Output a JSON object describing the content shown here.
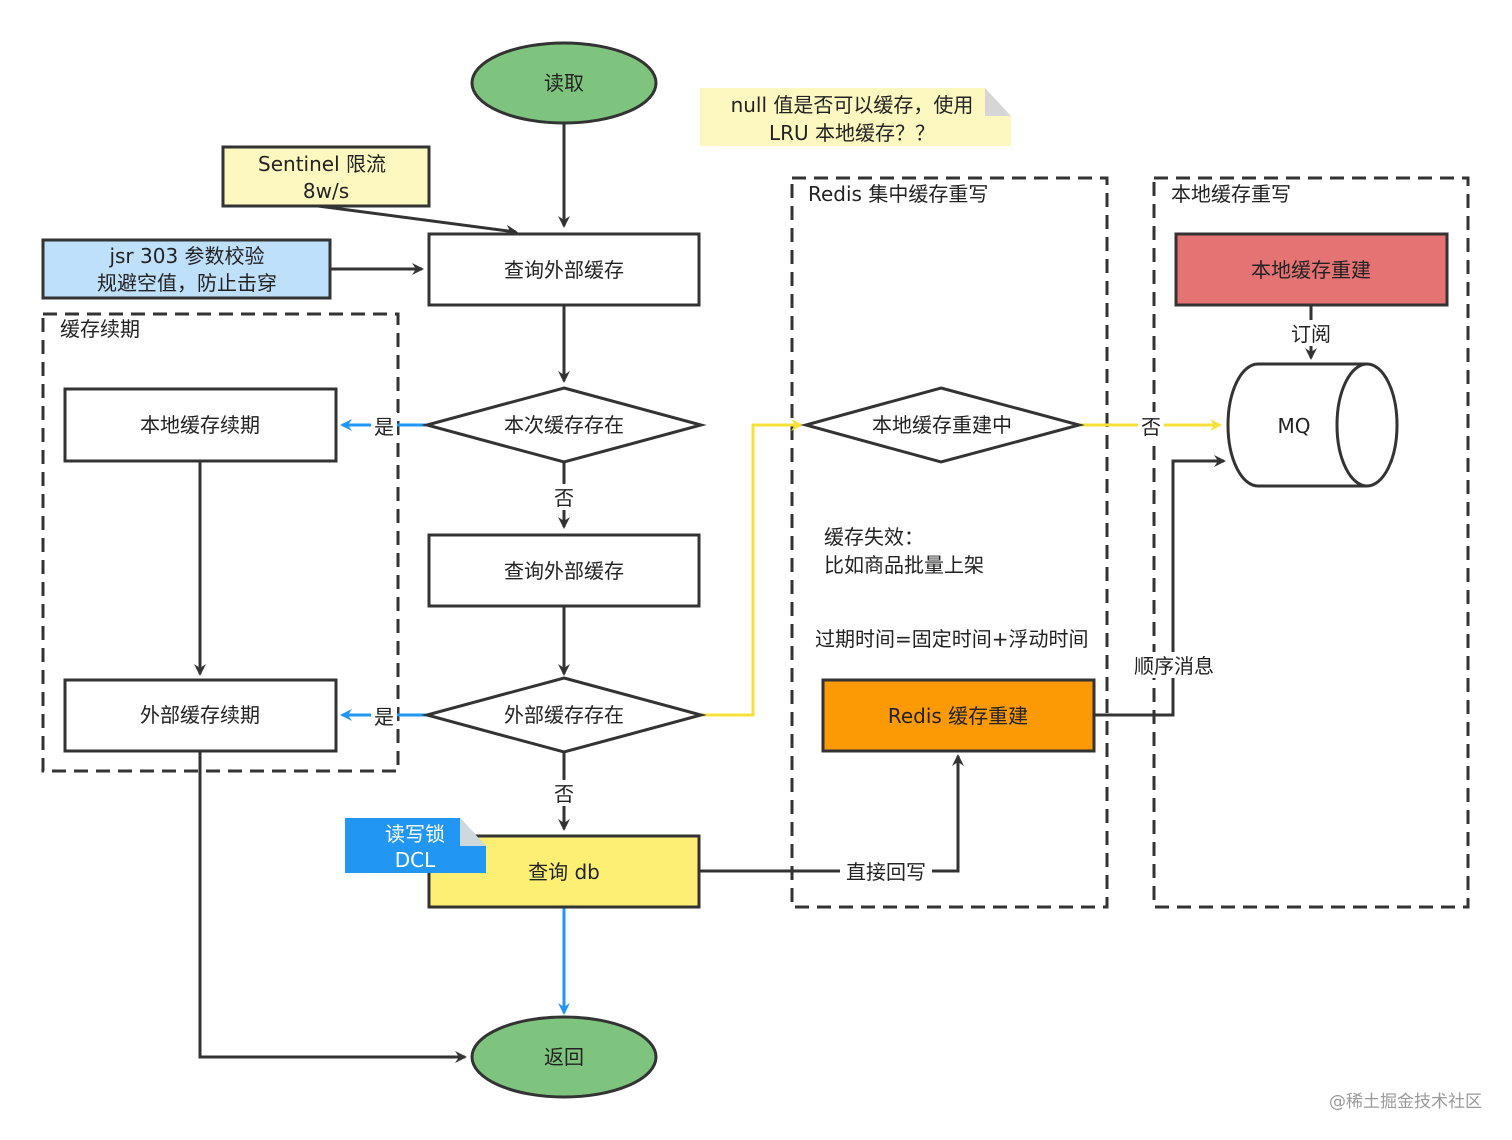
{
  "nodes": {
    "read": "读取",
    "query_external_1": "查询外部缓存",
    "this_cache_exists": "本次缓存存在",
    "query_external_2": "查询外部缓存",
    "external_cache_exists": "外部缓存存在",
    "query_db": "查询 db",
    "return": "返回",
    "local_renew": "本地缓存续期",
    "external_renew": "外部缓存续期",
    "local_rebuilding": "本地缓存重建中",
    "redis_rebuild": "Redis 缓存重建",
    "local_rebuild": "本地缓存重建",
    "mq": "MQ"
  },
  "notes": {
    "sentinel_line1": "Sentinel 限流",
    "sentinel_line2": "8w/s",
    "jsr_line1": "jsr 303 参数校验",
    "jsr_line2": "规避空值，防止击穿",
    "null_line1": "null 值是否可以缓存，使用",
    "null_line2": "LRU 本地缓存？？",
    "rwlock_line1": "读写锁",
    "rwlock_line2": "DCL"
  },
  "groups": {
    "renew": "缓存续期",
    "redis_rewrite": "Redis 集中缓存重写",
    "local_rewrite": "本地缓存重写"
  },
  "texts": {
    "invalid_line1": "缓存失效：",
    "invalid_line2": "比如商品批量上架",
    "expire": "过期时间=固定时间+浮动时间"
  },
  "edge_labels": {
    "yes_1": "是",
    "yes_2": "是",
    "no_1": "否",
    "no_2": "否",
    "no_3": "否",
    "subscribe": "订阅",
    "ordered_msg": "顺序消息",
    "write_back": "直接回写"
  },
  "watermark": "@稀土掘金技术社区",
  "colors": {
    "green": "#7ec47e",
    "yellow_note": "#fdf8c0",
    "blue_note": "#bfe0fb",
    "db_yellow": "#fdef74",
    "red": "#e57373",
    "orange": "#fb9a05",
    "dcl_blue": "#2196f3",
    "blue_arrow": "#2196f3",
    "yellow_arrow": "#f8e03a"
  }
}
